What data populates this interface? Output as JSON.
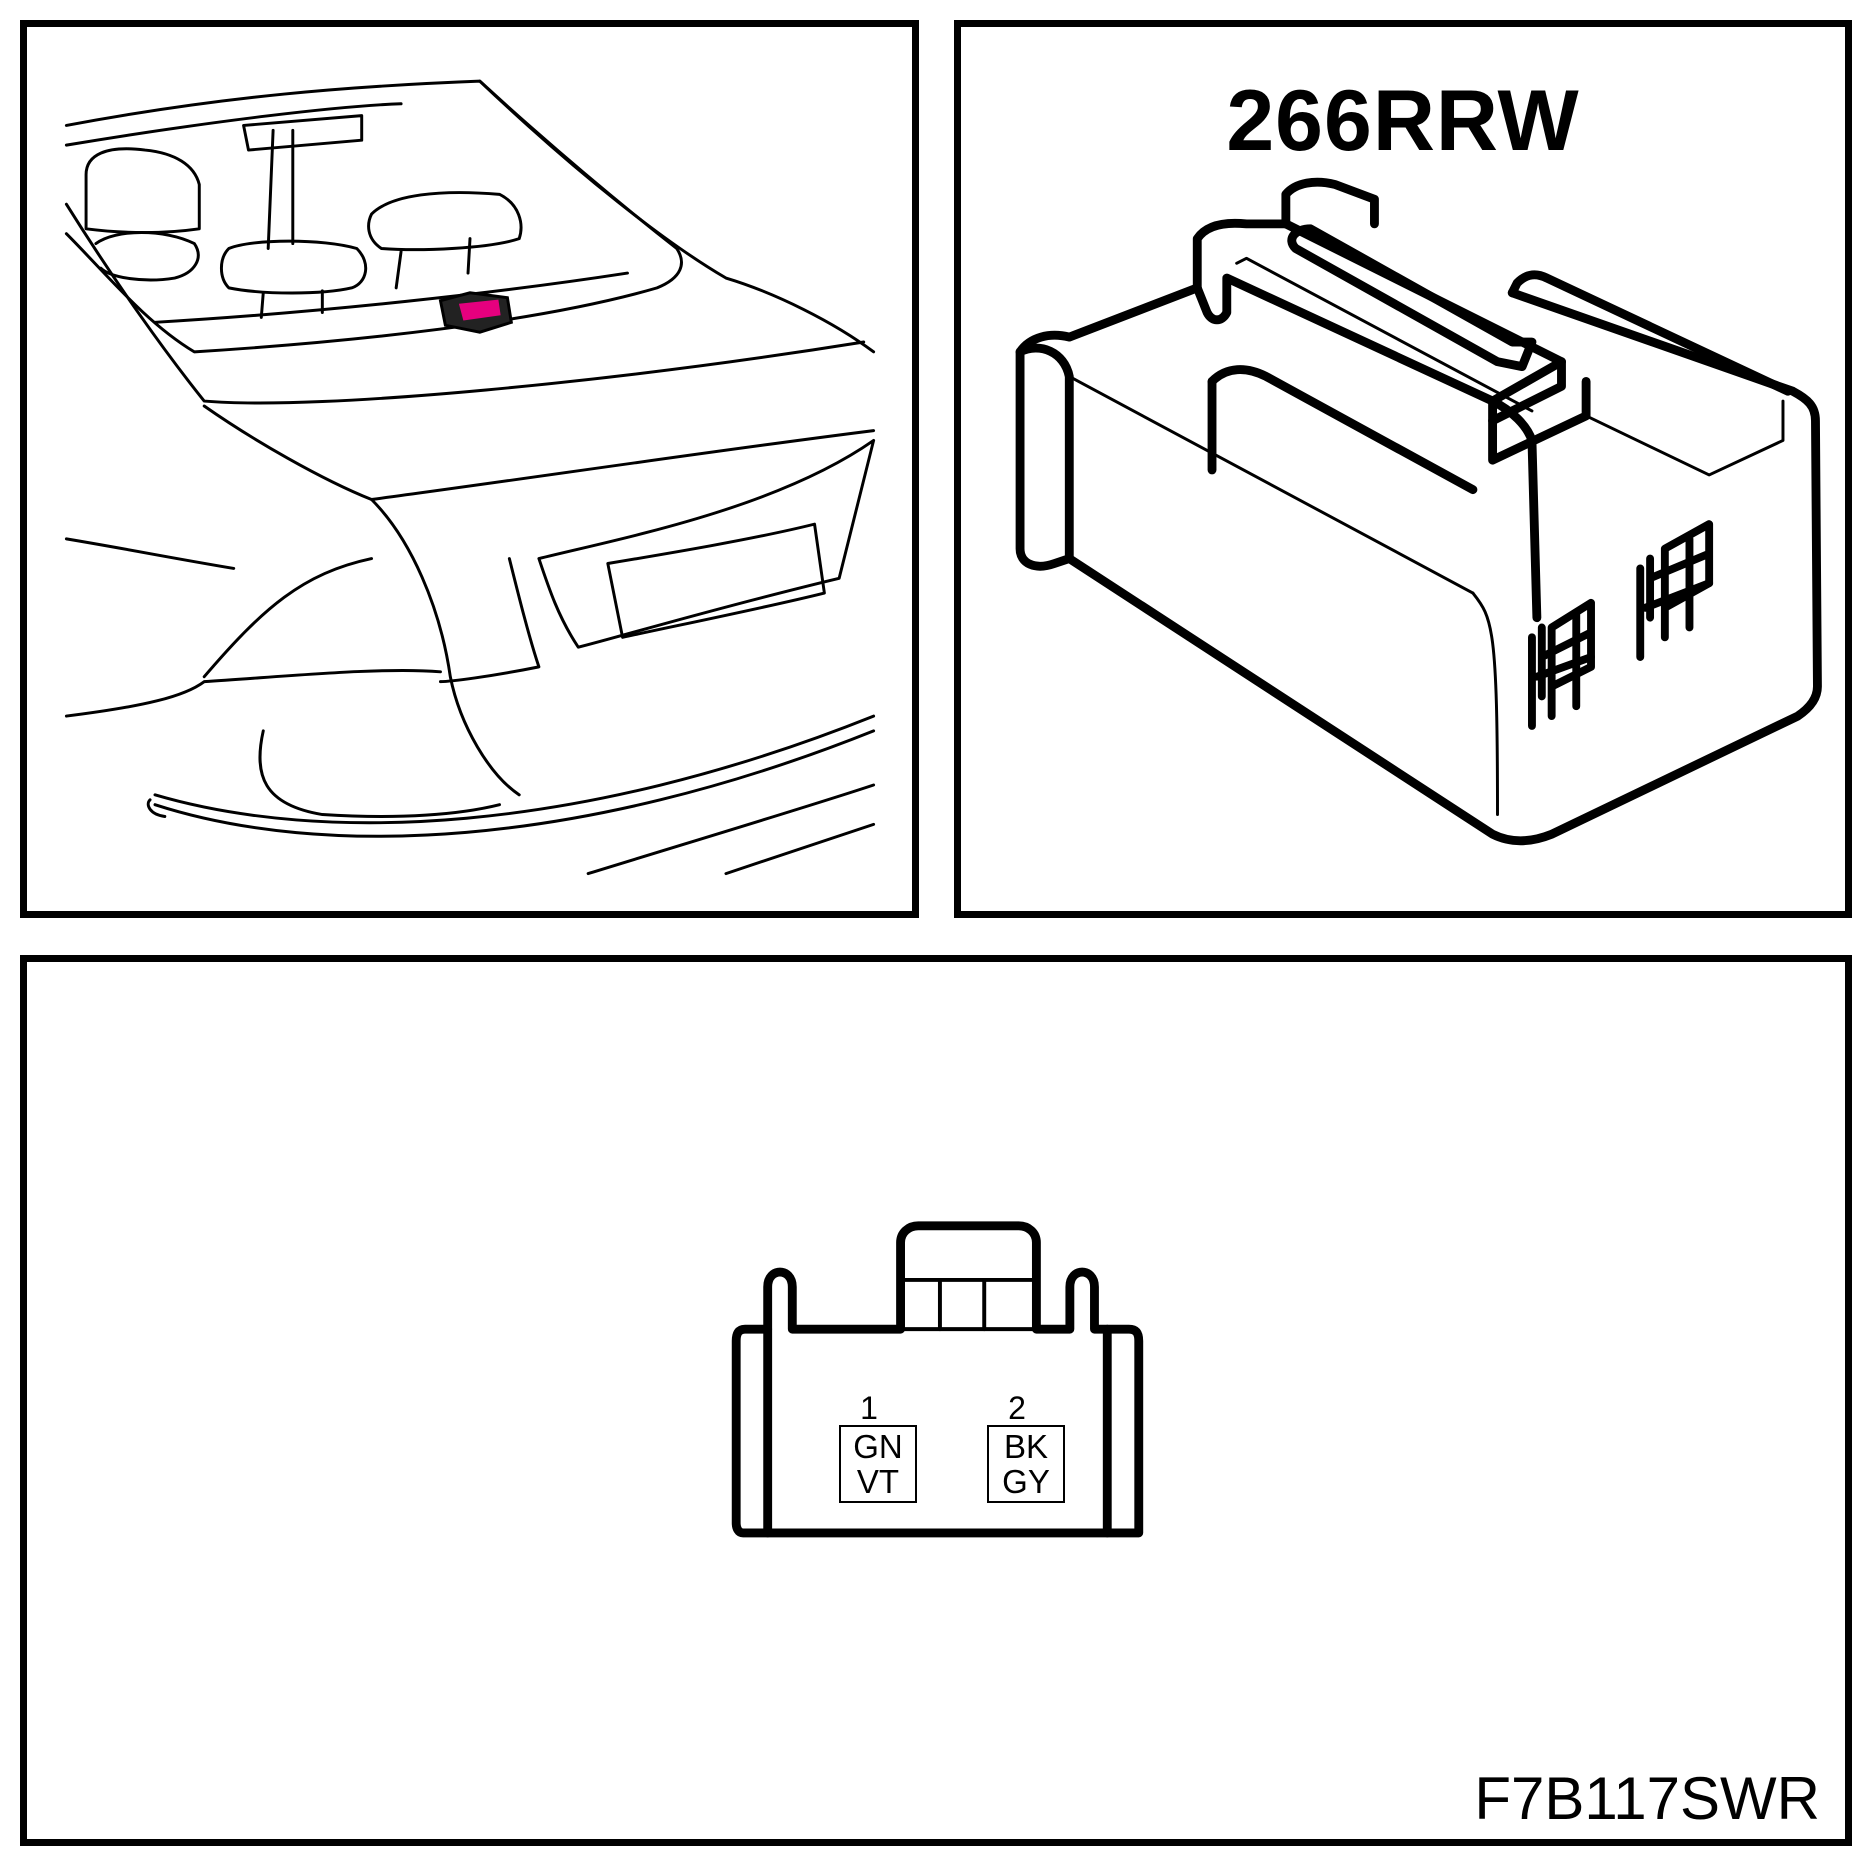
{
  "connector": {
    "code": "266RRW",
    "pins": [
      {
        "number": "1",
        "colors": [
          "GN",
          "VT"
        ]
      },
      {
        "number": "2",
        "colors": [
          "BK",
          "GY"
        ]
      }
    ]
  },
  "figure_code": "F7B117SWR",
  "colors": {
    "line": "#000000",
    "background": "#ffffff",
    "highlight": "#e6007e"
  },
  "icons": [
    "vehicle-rear-view",
    "connector-isometric",
    "connector-face-view"
  ]
}
